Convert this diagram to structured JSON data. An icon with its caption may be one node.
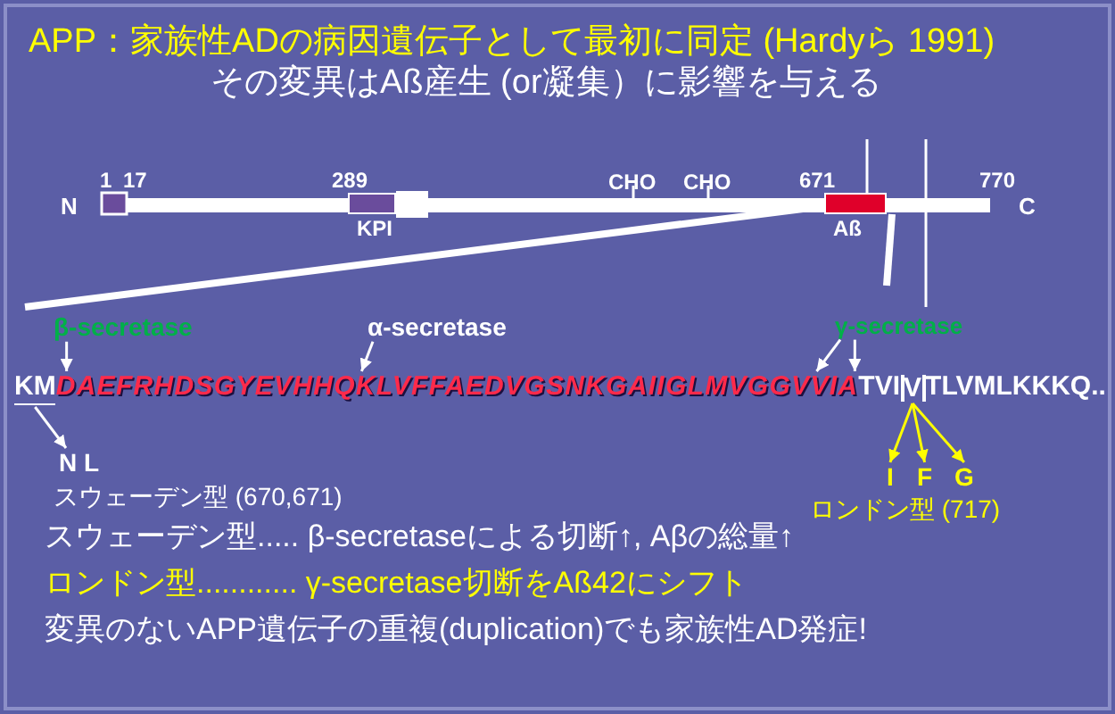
{
  "diagram": {
    "title": "APP：家族性ADの病因遺伝子として最初に同定 (Hardyら 1991)",
    "nodes": [
      {
        "text": [
          "KPI"
        ]
      },
      {
        "text": [
          "Aß"
        ]
      },
      {
        "text": [
          "β-secretase"
        ]
      },
      {
        "text": [
          "α-secretase"
        ]
      },
      {
        "text": [
          "γ-secretase"
        ]
      },
      {
        "text": [
          "KM"
        ]
      },
      {
        "text": [
          "DAEFRHDSGYEVHHQKLVFFAEDVGSNKGAIIGLMVGGVVIA"
        ]
      },
      {
        "text": [
          "V"
        ]
      },
      {
        "text": [
          "N L"
        ]
      },
      {
        "text": [
          "I"
        ]
      },
      {
        "text": [
          "F"
        ]
      },
      {
        "text": [
          "G"
        ]
      }
    ],
    "edges": [
      {
        "from": 5,
        "to": 8,
        "arrow": "to"
      },
      {
        "from": 7,
        "to": 9,
        "arrow": "to",
        "color": "#ffff00"
      },
      {
        "from": 7,
        "to": 10,
        "arrow": "to",
        "color": "#ffff00"
      },
      {
        "from": 7,
        "to": 11,
        "arrow": "to",
        "color": "#ffff00"
      },
      {
        "from": 2,
        "to": 6,
        "arrow": "to"
      },
      {
        "from": 3,
        "to": 6,
        "arrow": "to"
      },
      {
        "from": 4,
        "to": 6,
        "arrow": "to"
      },
      {
        "from": 4,
        "to": 6,
        "arrow": "to"
      }
    ],
    "labels": [
      "その変異はAß産生 (or凝集）に影響を与える",
      "1",
      "17",
      "289",
      "CHO",
      "CHO",
      "671",
      "770",
      "N",
      "C",
      "TVI",
      "TLVMLKKKQ..",
      "スウェーデン型 (670,671)",
      "ロンドン型 (717)",
      "スウェーデン型..... β-secretaseによる切断↑, Aβの総量↑",
      "ロンドン型............ γ-secretase切断をAß42にシフト",
      "変異のないAPP遺伝子の重複(duplication)でも家族性AD発症!"
    ]
  }
}
